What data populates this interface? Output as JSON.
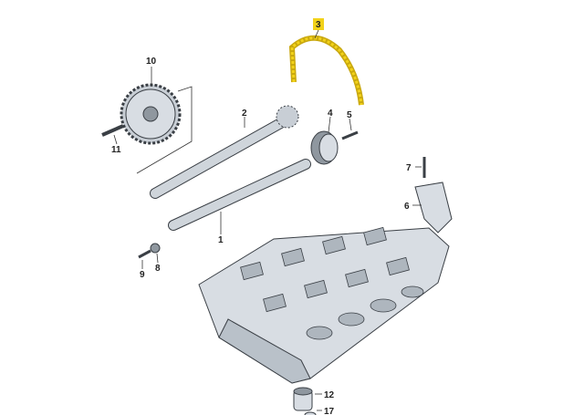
{
  "diagram": {
    "highlight_color": "#f2d21a",
    "callouts": [
      {
        "id": "chain",
        "label": "3",
        "highlighted": true
      },
      {
        "id": "camshaft-sprocket",
        "label": "10"
      },
      {
        "id": "exhaust-camshaft",
        "label": "2"
      },
      {
        "id": "chain-guide-wheel",
        "label": "4"
      },
      {
        "id": "bolt-5",
        "label": "5"
      },
      {
        "id": "bolt-11",
        "label": "11"
      },
      {
        "id": "bolt-7",
        "label": "7"
      },
      {
        "id": "tensioner",
        "label": "6"
      },
      {
        "id": "intake-camshaft",
        "label": "1"
      },
      {
        "id": "bolt-9",
        "label": "9"
      },
      {
        "id": "seal-8",
        "label": "8"
      },
      {
        "id": "hydraulic-lifter",
        "label": "12"
      },
      {
        "id": "part-17",
        "label": "17"
      }
    ]
  }
}
